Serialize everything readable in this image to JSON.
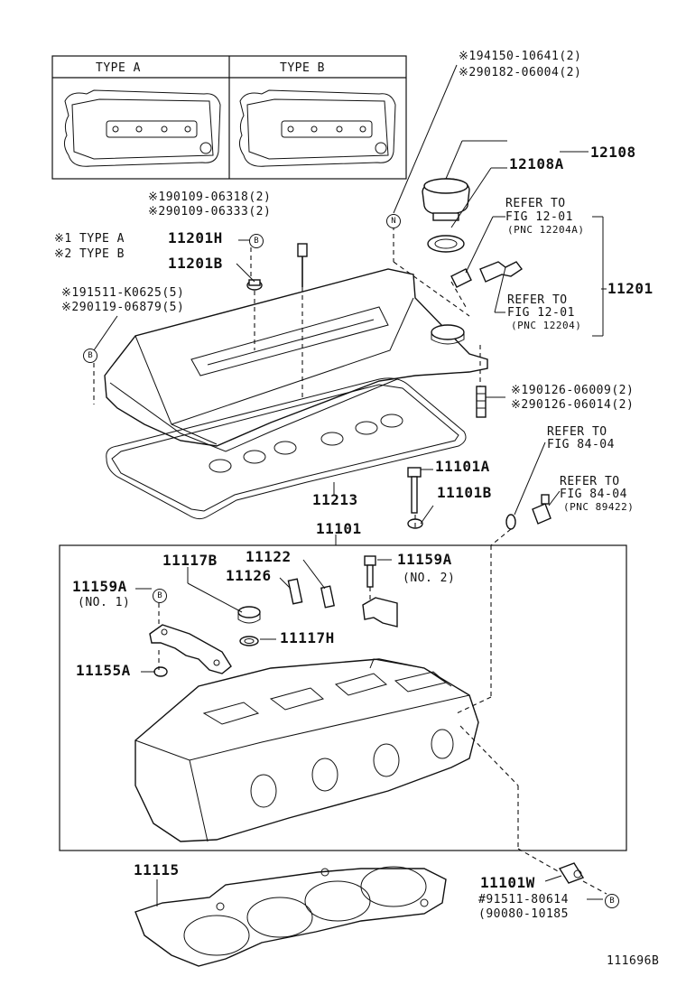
{
  "type_box": {
    "type_a": "TYPE A",
    "type_b": "TYPE B"
  },
  "legend": {
    "l1": "※1 TYPE A",
    "l2": "※2 TYPE B"
  },
  "labels": {
    "p94150": "※194150-10641(2)",
    "p90182": "※290182-06004(2)",
    "p12108": "12108",
    "p12108A": "12108A",
    "refer1_a": "REFER TO",
    "refer1_b": "FIG 12-01",
    "refer1_c": "(PNC 12204A)",
    "refer2_a": "REFER TO",
    "refer2_b": "FIG 12-01",
    "refer2_c": "(PNC 12204)",
    "p11201": "11201",
    "p90109a": "※190109-06318(2)",
    "p90109b": "※290109-06333(2)",
    "p11201H": "11201H",
    "p11201B": "11201B",
    "p91511a": "※191511-K0625(5)",
    "p90119": "※290119-06879(5)",
    "p90126a": "※190126-06009(2)",
    "p90126b": "※290126-06014(2)",
    "refer3_a": "REFER TO",
    "refer3_b": "FIG 84-04",
    "refer4_a": "REFER TO",
    "refer4_b": "FIG 84-04",
    "refer4_c": "(PNC 89422)",
    "p11101A": "11101A",
    "p11101B": "11101B",
    "p11213": "11213",
    "p11101": "11101",
    "p11122": "11122",
    "p11117B": "11117B",
    "p11126": "11126",
    "p11159A_2": "11159A",
    "no2": "(NO. 2)",
    "p11159A_1": "11159A",
    "no1": "(NO. 1)",
    "p11117H": "11117H",
    "p11155A": "11155A",
    "p11115": "11115",
    "p11101W": "11101W",
    "p91511b": "#91511-80614",
    "p90080": "(90080-10185",
    "fig_no": "111696B"
  },
  "markers": {
    "n": "N",
    "b": "B"
  }
}
